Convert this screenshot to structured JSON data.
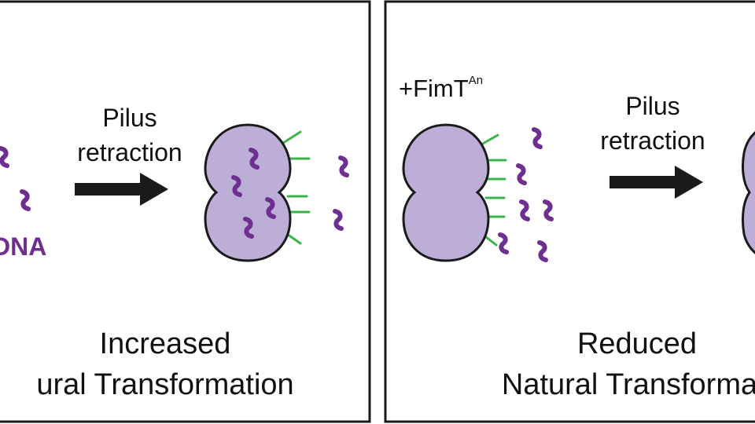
{
  "left_panel": {
    "dna_label": "DNA",
    "arrow_label_line1": "Pilus",
    "arrow_label_line2": "retraction",
    "caption_line1": "Increased",
    "caption_line2": "ural Transformation"
  },
  "right_panel": {
    "strain_label": "+FimT",
    "strain_superscript": "An",
    "arrow_label_line1": "Pilus",
    "arrow_label_line2": "retraction",
    "caption_line1": "Reduced",
    "caption_line2": "Natural Transformati"
  },
  "colors": {
    "cell_fill": "#bcaed6",
    "cell_outline": "#1a1a1a",
    "dna": "#6f2f91",
    "pilus": "#3cb44b",
    "arrow": "#1a1a1a"
  }
}
